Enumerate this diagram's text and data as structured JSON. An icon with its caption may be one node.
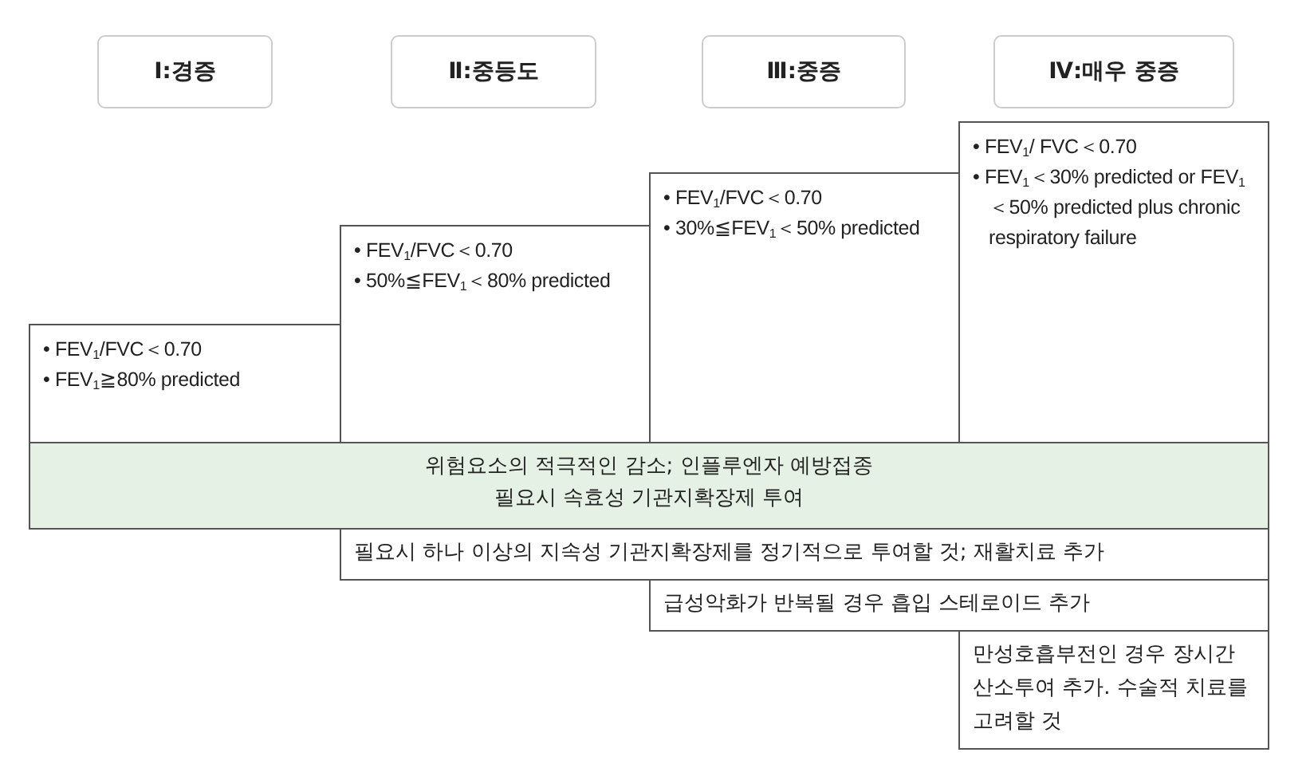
{
  "diagram": {
    "nodes": [
      {
        "text": [
          "Ⅰ:경증"
        ]
      },
      {
        "text": [
          "Ⅱ:중등도"
        ]
      },
      {
        "text": [
          "Ⅲ:중증"
        ]
      },
      {
        "text": [
          "Ⅳ:매우 중증"
        ]
      },
      {
        "text": [
          "• FEV$_{1}$/FVC＜0.70",
          "• FEV$_{1}$≧80% predicted"
        ]
      },
      {
        "text": [
          "• FEV$_{1}$/FVC＜0.70",
          "• 50%≦FEV$_{1}$＜80% predicted"
        ]
      },
      {
        "text": [
          "• FEV$_{1}$/FVC＜0.70",
          "• 30%≦FEV$_{1}$＜50% predicted"
        ]
      },
      {
        "text": [
          "• FEV$_{1}$/ FVC＜0.70",
          "• FEV$_{1}$＜30% predicted or FEV$_{1}$＜50% predicted plus chronic respiratory failure"
        ]
      },
      {
        "text": [
          "위험요소의 적극적인 감소; 인플루엔자 예방접종",
          "필요시 속효성 기관지확장제 투여"
        ]
      },
      {
        "text": [
          "필요시 하나 이상의 지속성 기관지확장제를 정기적으로 투여할 것; 재활치료 추가"
        ]
      },
      {
        "text": [
          "급성악화가 반복될 경우 흡입 스테로이드 추가"
        ]
      },
      {
        "text": [
          "만성호흡부전인 경우 장시간 산소투여 추가. 수술적 치료를 고려할 것"
        ]
      }
    ]
  }
}
